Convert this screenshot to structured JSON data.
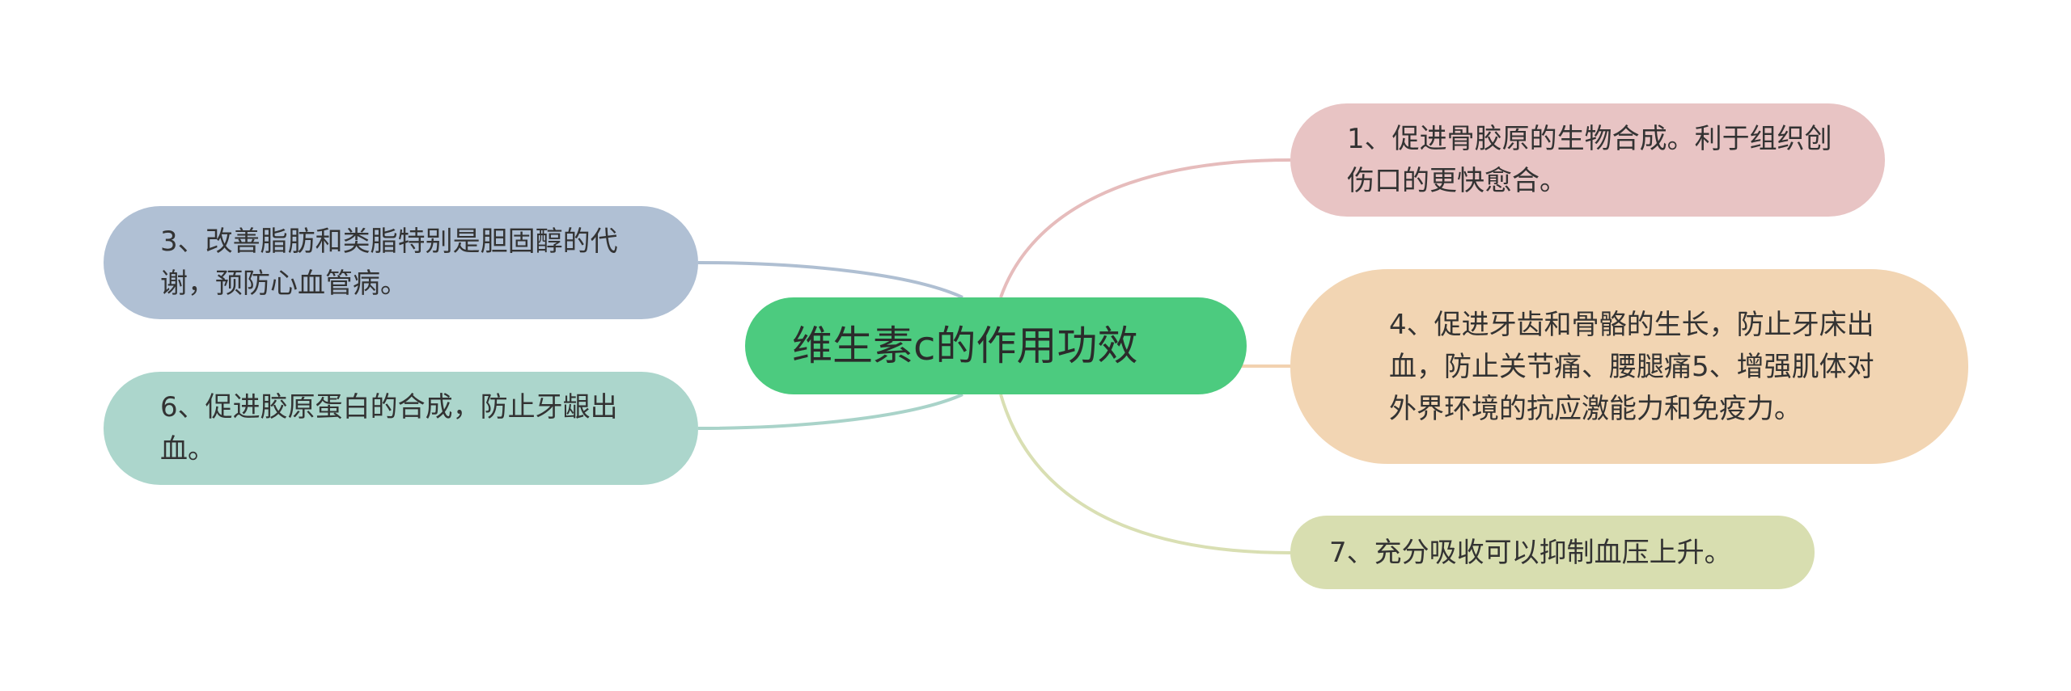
{
  "central": {
    "label": "维生素c的作用功效",
    "color": "#4ccb7f"
  },
  "branches": [
    {
      "id": "n1",
      "label": "1、促进骨胶原的生物合成。利于组织创伤口的更快愈合。",
      "color": "#e8c4c4",
      "line_color": "#e6bcbc"
    },
    {
      "id": "n4",
      "label": "4、促进牙齿和骨骼的生长，防止牙床出血，防止关节痛、腰腿痛5、增强肌体对外界环境的抗应激能力和免疫力。",
      "color": "#f2d5b3",
      "line_color": "#f2d2b0"
    },
    {
      "id": "n7",
      "label": "7、充分吸收可以抑制血压上升。",
      "color": "#d8deb0",
      "line_color": "#d9dfb3"
    },
    {
      "id": "n3",
      "label": "3、改善脂肪和类脂特别是胆固醇的代谢，预防心血管病。",
      "color": "#b0c0d4",
      "line_color": "#afbfd2"
    },
    {
      "id": "n6",
      "label": "6、促进胶原蛋白的合成，防止牙龈出血。",
      "color": "#acd6cc",
      "line_color": "#a9d3c9"
    }
  ]
}
